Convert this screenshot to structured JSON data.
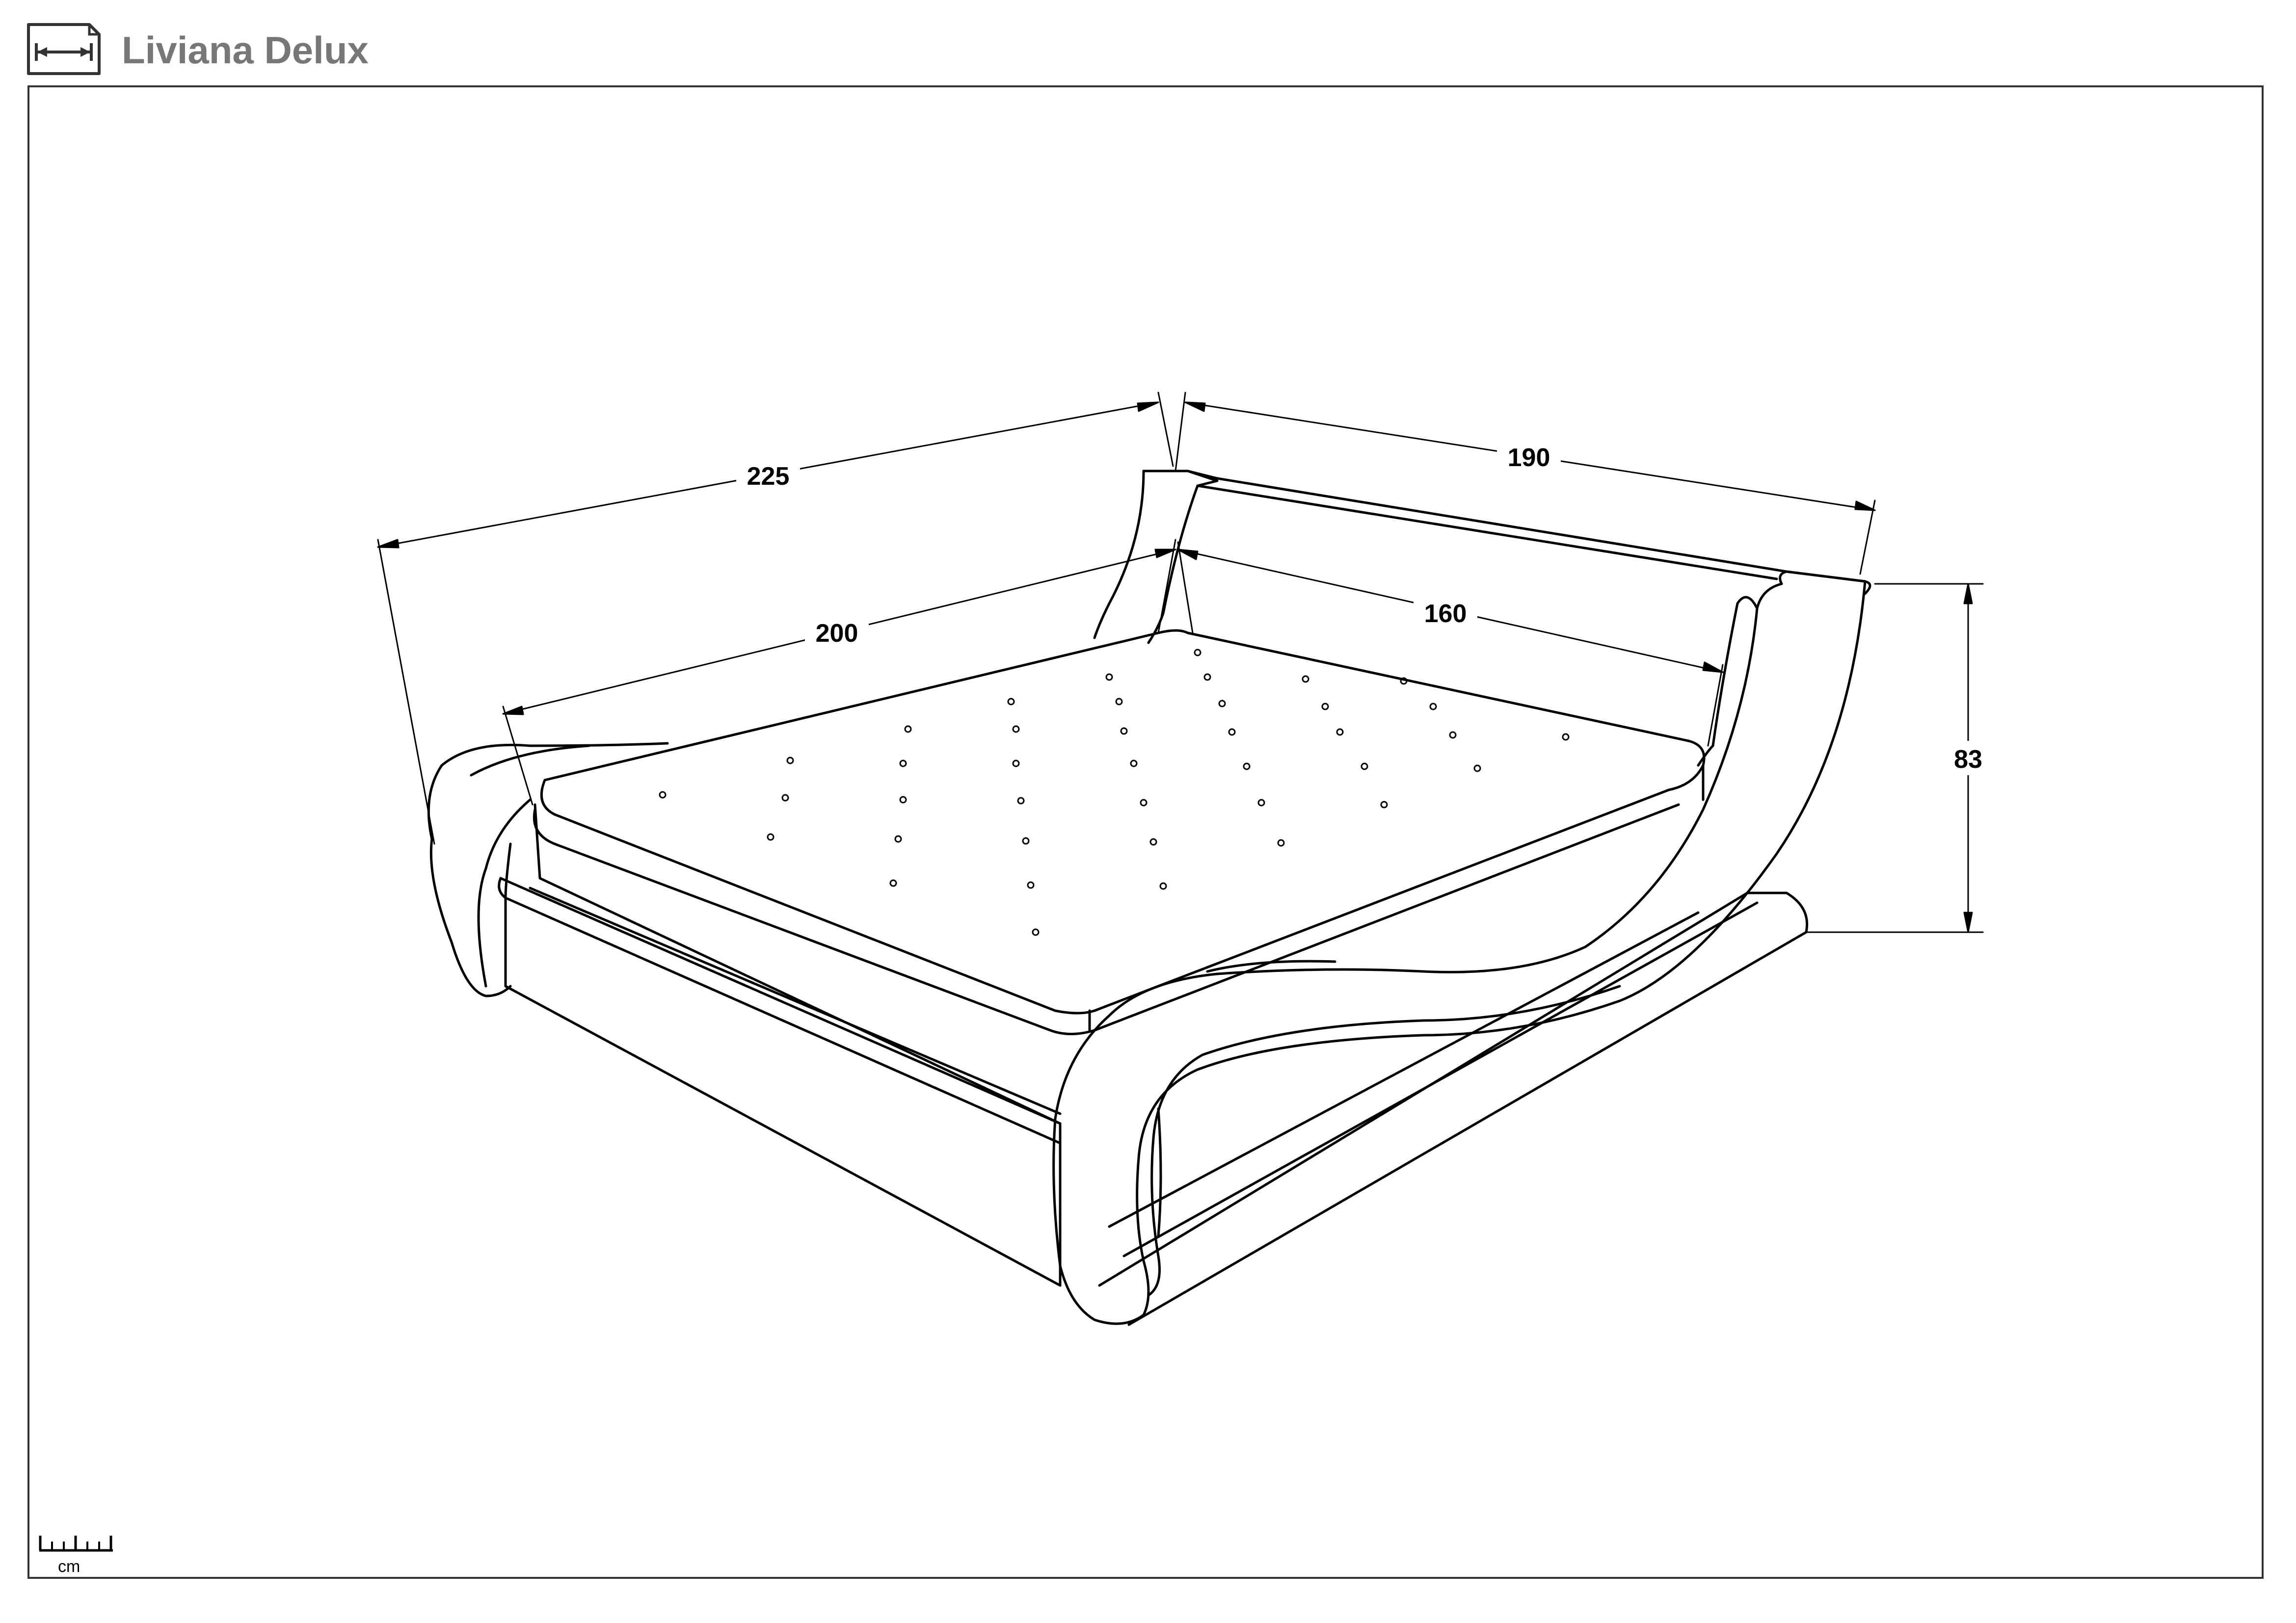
{
  "header": {
    "icon": "dimension-arrows-icon",
    "title": "Liviana Delux"
  },
  "dimensions": {
    "overall_length": "225",
    "overall_width": "190",
    "mattress_length": "200",
    "mattress_width": "160",
    "height": "83"
  },
  "scale": {
    "icon": "ruler-icon",
    "unit": "cm"
  }
}
